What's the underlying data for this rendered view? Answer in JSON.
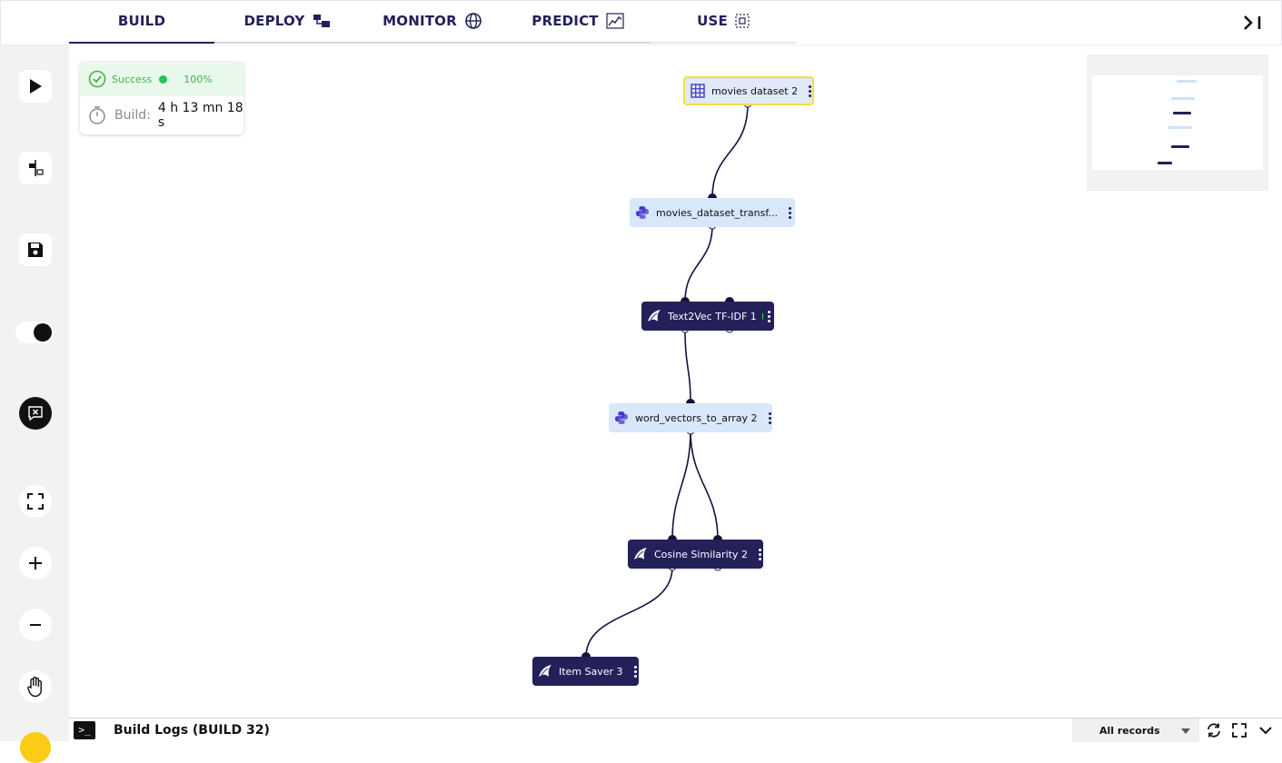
{
  "tabs": [
    {
      "label": "BUILD",
      "icon": "build-tab",
      "active": true
    },
    {
      "label": "DEPLOY",
      "icon": "deploy-icon"
    },
    {
      "label": "MONITOR",
      "icon": "globe-icon"
    },
    {
      "label": "PREDICT",
      "icon": "chart-icon"
    },
    {
      "label": "USE",
      "icon": "grid-select-icon"
    }
  ],
  "header": {
    "collapse_label": ">|"
  },
  "toolbar": {
    "items": [
      "play-icon",
      "add-node-icon",
      "save-icon",
      "toggle",
      "clear-icon",
      "fit-view-icon",
      "zoom-in-icon",
      "zoom-out-icon",
      "hand-icon"
    ]
  },
  "status": {
    "state": "Success",
    "percent": "100%",
    "build_label": "Build:",
    "build_time": "4 h 13 mn 18 s"
  },
  "nodes": [
    {
      "label": "movies dataset 2",
      "kind": "dataset",
      "style": "selected"
    },
    {
      "label": "movies_dataset_transf...",
      "kind": "python",
      "style": "light"
    },
    {
      "label": "Text2Vec TF-IDF 1",
      "kind": "bird",
      "style": "dark"
    },
    {
      "label": "word_vectors_to_array 2",
      "kind": "python",
      "style": "light"
    },
    {
      "label": "Cosine Similarity 2",
      "kind": "bird",
      "style": "dark"
    },
    {
      "label": "Item Saver 3",
      "kind": "bird",
      "style": "dark"
    }
  ],
  "logs": {
    "title": "Build Logs (BUILD 32)",
    "filter": "All records"
  },
  "colors": {
    "primary": "#23205a",
    "light_node": "#d9e7fb",
    "success": "#22e03a",
    "selected_border": "#f5e042"
  }
}
